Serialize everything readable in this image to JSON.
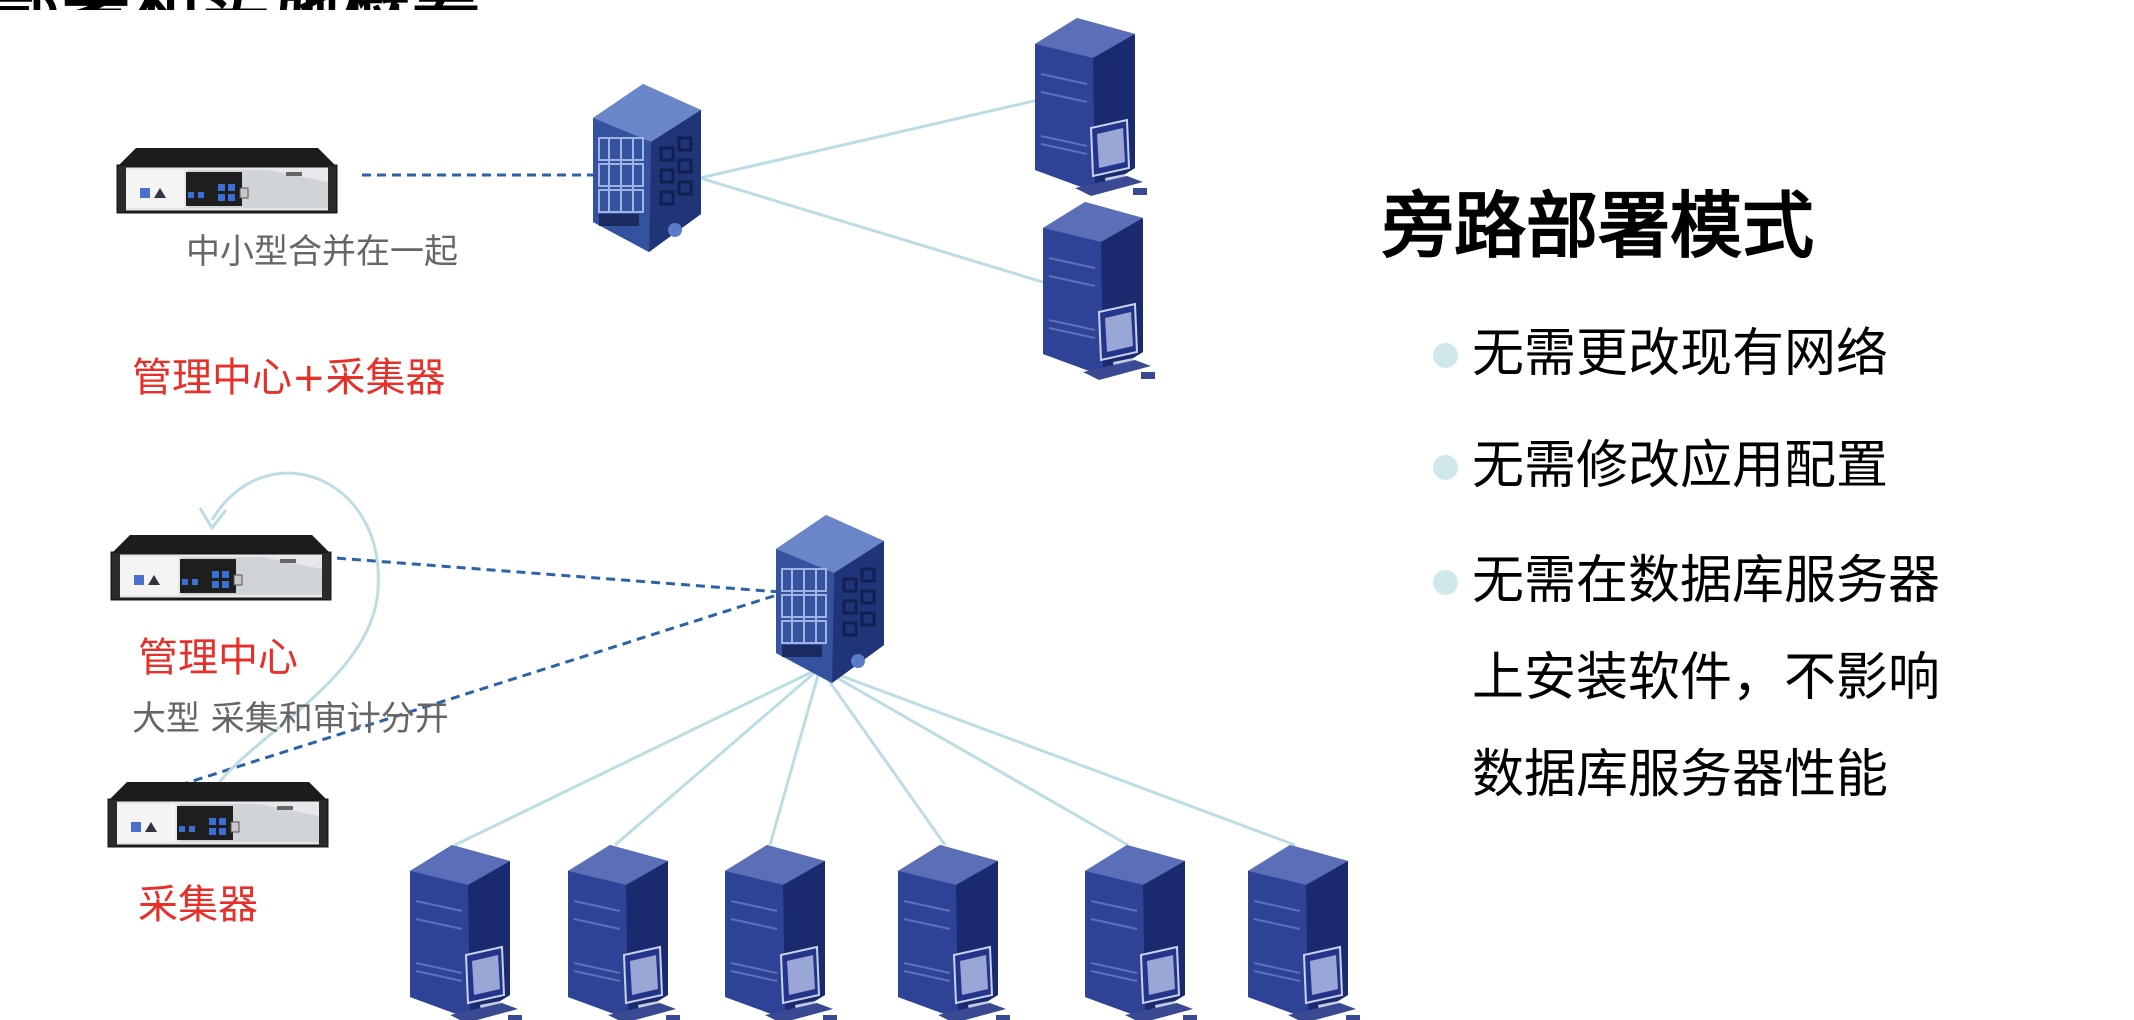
{
  "page_title_partial": "部署和实施概要",
  "labels": {
    "small_merge": "中小型合并在一起",
    "mgmt_plus_collector": "管理中心+采集器",
    "mgmt_center": "管理中心",
    "large_separate": "大型 采集和审计分开",
    "collector": "采集器"
  },
  "panel": {
    "title": "旁路部署模式",
    "bullets": [
      {
        "lines": [
          "无需更改现有网络"
        ]
      },
      {
        "lines": [
          "无需修改应用配置"
        ]
      },
      {
        "lines": [
          "无需在数据库服务器",
          "上安装软件，不影响",
          "数据库服务器性能"
        ]
      }
    ]
  },
  "colors": {
    "accent_red": "#e8302a",
    "bullet_dot": "#cfe8ea",
    "server_blue": "#2a3a86",
    "link_line": "#bcdde3",
    "dashed_link": "#2d62a8"
  },
  "icons": [
    "appliance-icon",
    "network-switch-icon",
    "server-workstation-icon",
    "curved-arrow-icon"
  ]
}
